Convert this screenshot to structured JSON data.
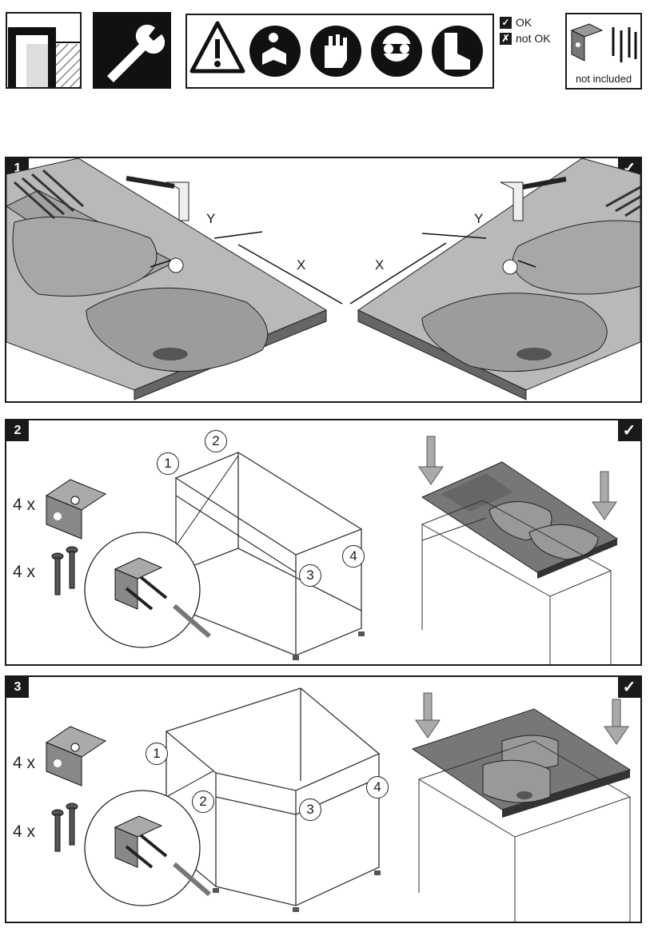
{
  "legend": {
    "ok_label": "OK",
    "not_ok_label": "not OK",
    "ok_mark": "✓",
    "not_ok_mark": "✗"
  },
  "not_included": {
    "label": "not included"
  },
  "safety_icons": [
    "warning-icon",
    "read-manual-icon",
    "gloves-icon",
    "goggles-icon",
    "boots-icon"
  ],
  "steps": [
    {
      "number": "1",
      "status_mark": "✓",
      "dim_x": "X",
      "dim_y": "Y"
    },
    {
      "number": "2",
      "status_mark": "✓",
      "brackets_qty": "4 x",
      "screws_qty": "4 x",
      "callouts": [
        "1",
        "2",
        "3",
        "4"
      ]
    },
    {
      "number": "3",
      "status_mark": "✓",
      "brackets_qty": "4 x",
      "screws_qty": "4 x",
      "callouts": [
        "1",
        "2",
        "3",
        "4"
      ]
    }
  ]
}
